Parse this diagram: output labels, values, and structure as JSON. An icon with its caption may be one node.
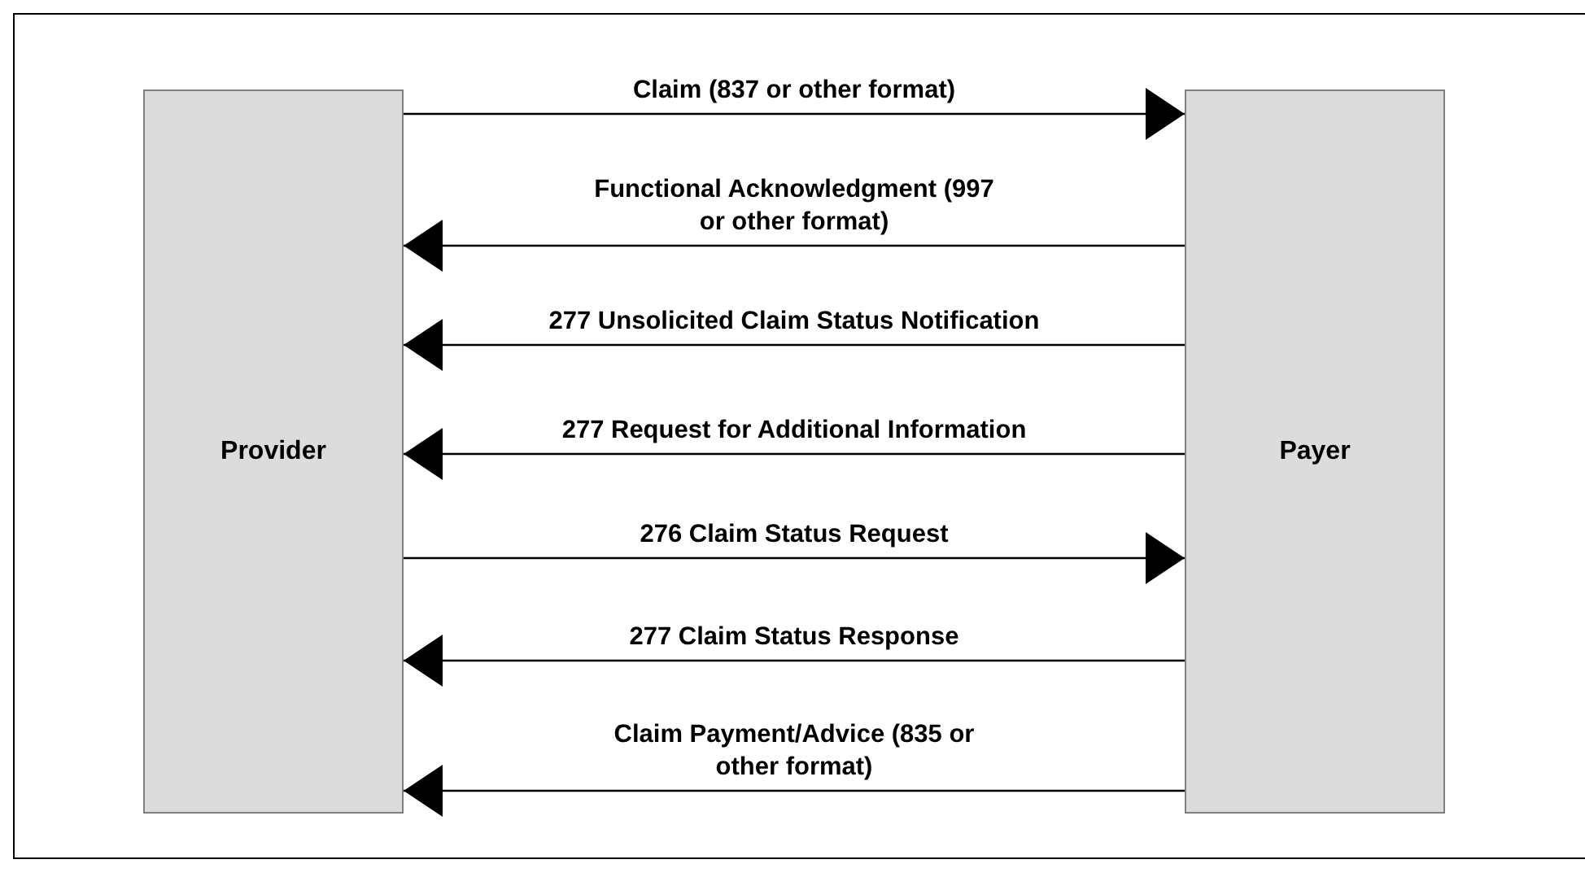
{
  "diagram": {
    "nodes": [
      {
        "text": [
          "Provider"
        ]
      },
      {
        "text": [
          "Payer"
        ]
      }
    ],
    "edges": [
      {
        "from": 0,
        "to": 1,
        "arrow": "to",
        "label": "Claim (837 or other format)"
      },
      {
        "from": 1,
        "to": 0,
        "arrow": "to",
        "label": "Functional Acknowledgment (997 or other format)"
      },
      {
        "from": 1,
        "to": 0,
        "arrow": "to",
        "label": "277 Unsolicited Claim Status Notification"
      },
      {
        "from": 1,
        "to": 0,
        "arrow": "to",
        "label": "277 Request for Additional Information"
      },
      {
        "from": 0,
        "to": 1,
        "arrow": "to",
        "label": "276 Claim Status Request"
      },
      {
        "from": 1,
        "to": 0,
        "arrow": "to",
        "label": "277 Claim Status Response"
      },
      {
        "from": 1,
        "to": 0,
        "arrow": "to",
        "label": "Claim Payment/Advice (835 or other format)"
      }
    ]
  }
}
